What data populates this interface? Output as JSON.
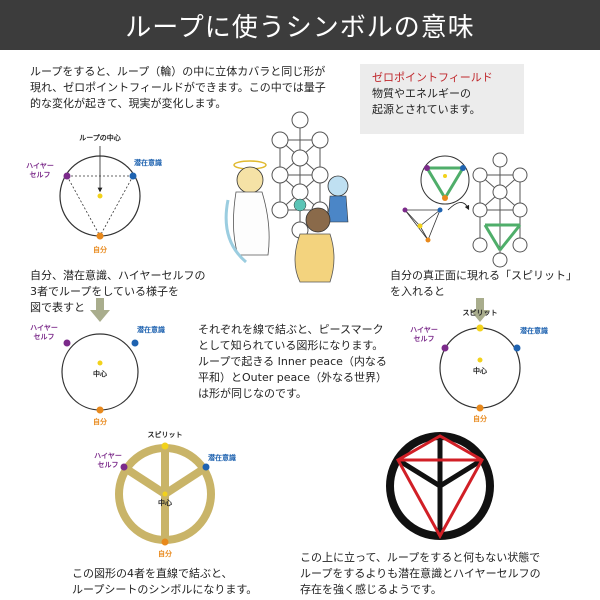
{
  "title": "ループに使うシンボルの意味",
  "intro_text": "ループをすると、ループ（輪）の中に立体カバラと同じ形が\n現れ、ゼロポイントフィールドができます。この中では量子\n的な変化が起きて、現実が変化します。",
  "zero_point": {
    "title": "ゼロポイントフィールド",
    "body": "物質やエネルギーの\n起源とされています。"
  },
  "text_loop_three": "自分、潜在意識、ハイヤーセルフの\n3者でループをしている様子を\n図で表すと",
  "text_peace": "それぞれを線で結ぶと、ピースマーク\nとして知られている図形になります。\nループで起きる Inner peace（内なる\n平和）とOuter peace（外なる世界）\nは形が同じなのです。",
  "text_spirit": "自分の真正面に現れる「スピリット」\nを入れると",
  "text_loop_sheet": "この図形の4者を直線で結ぶと、\nループシートのシンボルになります。",
  "text_stronger": "この上に立って、ループをすると何もない状態で\nループをするよりも潜在意識とハイヤーセルフの\n存在を強く感じるようです。",
  "labels": {
    "loop_center": "ループの中心",
    "higher_self": "ハイヤー\nセルフ",
    "subconscious": "潜在意識",
    "self": "自分",
    "center": "中心",
    "spirit": "スピリット"
  },
  "colors": {
    "purple": "#7b2a8a",
    "blue": "#1f63b0",
    "orange": "#e8891c",
    "yellow": "#f2d21b",
    "gold": "#c9b468",
    "red": "#d11f26",
    "header_bg": "#3c3c3c",
    "arrow_gray": "#a9ad8d"
  }
}
